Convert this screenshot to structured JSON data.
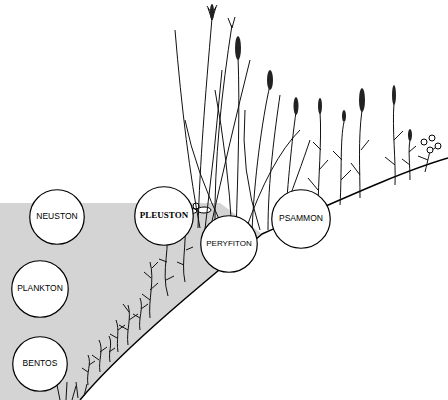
{
  "diagram": {
    "nodes": [
      {
        "text": [
          "NEUSTON"
        ]
      },
      {
        "text": [
          "PLEUSTON"
        ]
      },
      {
        "text": [
          "PSAMMON"
        ]
      },
      {
        "text": [
          "PERYFITON"
        ]
      },
      {
        "text": [
          "PLANKTON"
        ]
      },
      {
        "text": [
          "BENTOS"
        ]
      }
    ]
  }
}
